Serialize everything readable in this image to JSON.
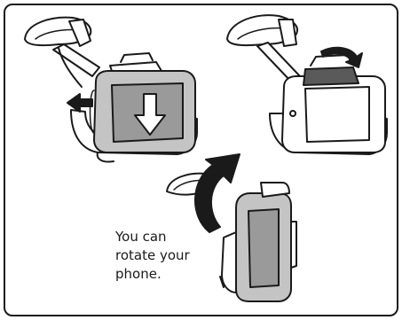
{
  "caption": {
    "line1": "You can",
    "line2": "rotate your",
    "line3": "phone."
  },
  "colors": {
    "stroke": "#1a1a1a",
    "screen_gray": "#9a9a9a",
    "body_gray": "#c4c4c4",
    "dark_gray": "#5a5a5a",
    "white": "#ffffff"
  }
}
